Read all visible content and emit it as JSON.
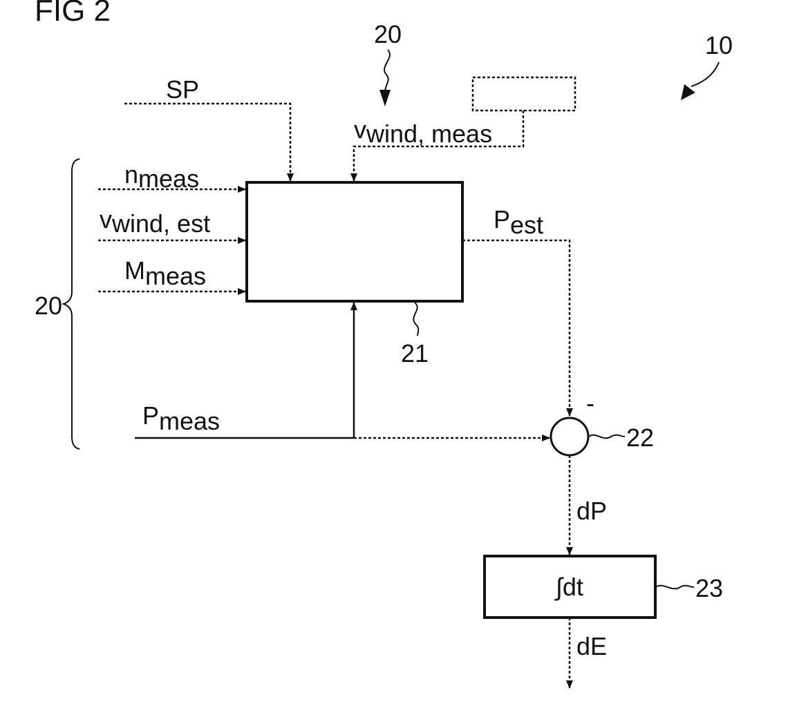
{
  "figure_title": "FIG 2",
  "reference_numerals": {
    "system": "10",
    "inputs_top": "20",
    "inputs_left": "20",
    "estimator": "21",
    "summing_junction": "22",
    "integrator": "23"
  },
  "signals": {
    "sp": "SP",
    "v_wind_meas": {
      "base": "v",
      "sub": "wind, meas"
    },
    "n_meas": {
      "base": "n",
      "sub": "meas"
    },
    "v_wind_est": {
      "base": "v",
      "sub": "wind, est"
    },
    "m_meas": {
      "base": "M",
      "sub": "meas"
    },
    "p_est": {
      "base": "P",
      "sub": "est"
    },
    "p_meas": {
      "base": "P",
      "sub": "meas"
    },
    "d_p": "dP",
    "d_e": "dE"
  },
  "junction_sign": "-",
  "integrator_label": "∫dt"
}
